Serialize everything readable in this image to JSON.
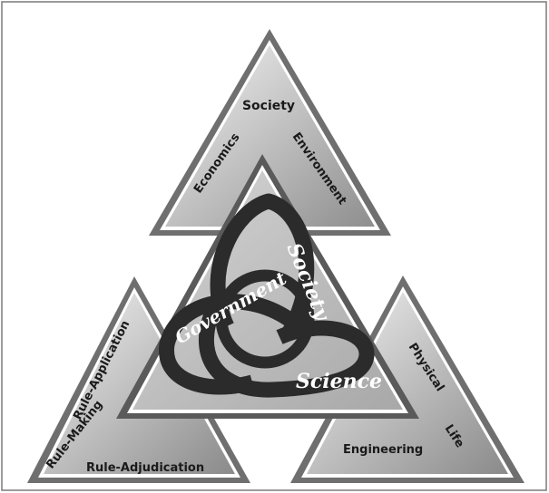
{
  "top_triangle": {
    "apex_label": "Society",
    "left_label": "Economics",
    "right_label": "Environment"
  },
  "left_triangle": {
    "label_outer": "Rule-Application",
    "label_inner": "Rule-Making",
    "label_base": "Rule-Adjudication"
  },
  "right_triangle": {
    "label_upper": "Physical",
    "label_middle": "Life",
    "label_base": "Engineering"
  },
  "center_triangle": {
    "label_society": "Society",
    "label_government": "Government",
    "label_science": "Science"
  },
  "colors": {
    "frame": "#7a7a7a",
    "triangle_light": "#f2f2f2",
    "triangle_dark": "#8c8c8c",
    "center_fill": "#bdbdbd",
    "knot": "#2b2b2b",
    "text": "#1a1a1a"
  }
}
